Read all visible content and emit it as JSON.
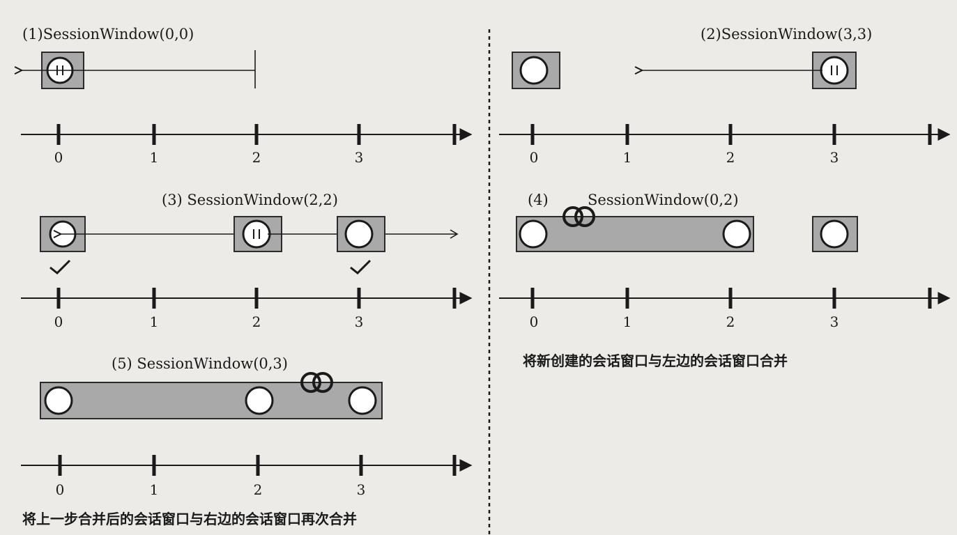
{
  "panels": [
    {
      "id": "p1",
      "title": "(1)SessionWindow(0,0)",
      "tick_labels": [
        "0",
        "1",
        "2",
        "3"
      ]
    },
    {
      "id": "p2",
      "title": "(2)SessionWindow(3,3)",
      "tick_labels": [
        "0",
        "1",
        "2",
        "3"
      ]
    },
    {
      "id": "p3",
      "title": "(3) SessionWindow(2,2)",
      "tick_labels": [
        "0",
        "1",
        "2",
        "3"
      ]
    },
    {
      "id": "p4",
      "title_prefix": "(4)",
      "title": "SessionWindow(0,2)",
      "tick_labels": [
        "0",
        "1",
        "2",
        "3"
      ],
      "caption": "将新创建的会话窗口与左边的会话窗口合并"
    },
    {
      "id": "p5",
      "title": "(5) SessionWindow(0,3)",
      "tick_labels": [
        "0",
        "1",
        "2",
        "3"
      ],
      "caption": "将上一步合并后的会话窗口与右边的会话窗口再次合并"
    }
  ],
  "colors": {
    "box_fill": "#a9a9a9",
    "box_stroke": "#2a2a2a",
    "line": "#1a1a1a",
    "background": "#ecebe8"
  },
  "icons": {
    "merge": "merge-rings-icon",
    "session": "session-circle-icon",
    "pause": "pause-circle-icon",
    "check": "check-icon"
  }
}
